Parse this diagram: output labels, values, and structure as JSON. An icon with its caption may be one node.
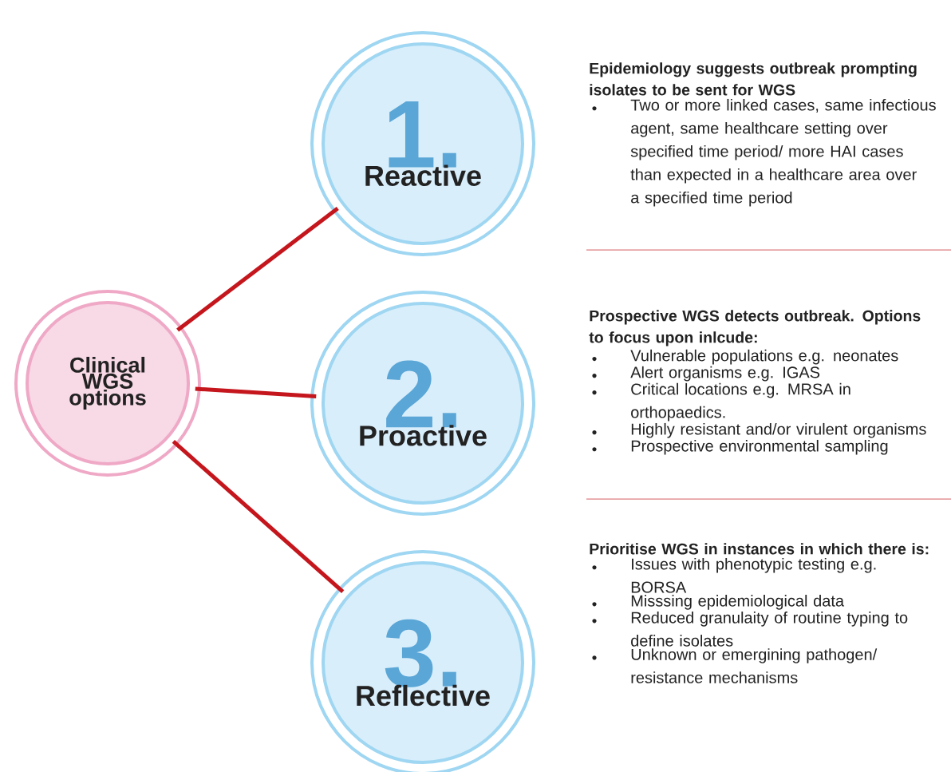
{
  "diagram": {
    "nodes": [
      {
        "text": [
          "Clinical WGS options"
        ]
      },
      {
        "text": [
          "1.",
          "Reactive"
        ],
        "beside": [
          "Epidemiology suggests outbreak  prompting isolates to be sent for WGS",
          "Two or more linked cases, same infectious agent, same healthcare setting over specified time period/  more HAI cases  than expected in a healthcare area over a specified time period"
        ]
      },
      {
        "text": [
          "2.",
          "Proactive"
        ],
        "beside": [
          "Prospective WGS  detects outbreak. Options to focus upon inlcude:",
          "Vulnerable populations e.g. neonates",
          "Alert organisms e.g. IGAS",
          "Critical locations e.g. MRSA in orthopaedics.",
          "Highly resistant and/or virulent organisms",
          "Prospective environmental sampling"
        ]
      },
      {
        "text": [
          "3.",
          "Reflective"
        ],
        "beside": [
          "Prioritise WGS in  instances in which there is:",
          "Issues with phenotypic testing e.g. BORSA",
          "Misssing epidemiological data",
          "Reduced granulaity of routine typing to define isolates",
          "Unknown or emergining pathogen/ resistance mechanisms"
        ]
      }
    ],
    "edges": [
      {
        "from": 0,
        "to": 1,
        "arrow": "none"
      },
      {
        "from": 0,
        "to": 2,
        "arrow": "none"
      },
      {
        "from": 0,
        "to": 3,
        "arrow": "none"
      }
    ]
  }
}
